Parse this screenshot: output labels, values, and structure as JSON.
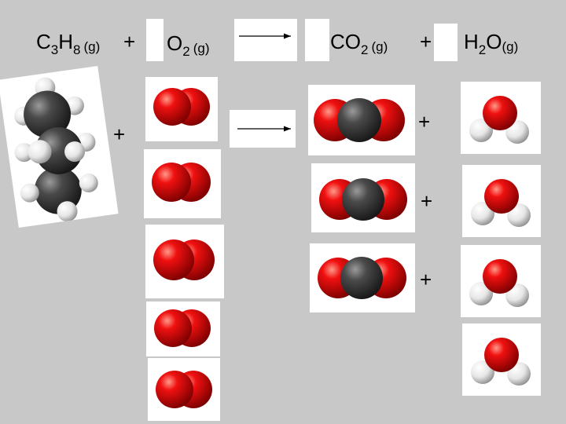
{
  "equation": {
    "propane": {
      "c": "C",
      "c_sub": "3",
      "h": "H",
      "h_sub": "8",
      "phase": "(g)"
    },
    "plus": "+",
    "oxygen": {
      "o": "O",
      "o_sub": "2",
      "phase": "(g)"
    },
    "co2": {
      "co": "CO",
      "sub": "2",
      "phase": "(g)"
    },
    "water": {
      "h": "H",
      "h_sub": "2",
      "o": "O",
      "phase": "(g)"
    }
  },
  "model_plus": "+",
  "colors": {
    "background": "#c8c8c8",
    "carbon": "#3a3a3a",
    "oxygen": "#e00000",
    "hydrogen": "#f2f2f2",
    "panel": "#ffffff"
  },
  "molecules": {
    "propane": {
      "count": 1,
      "icon": "propane-space-filling-model"
    },
    "oxygen": {
      "count": 5,
      "icon": "o2-space-filling-model"
    },
    "carbon_dioxide": {
      "count": 3,
      "icon": "co2-space-filling-model"
    },
    "water": {
      "count": 4,
      "icon": "h2o-space-filling-model"
    }
  }
}
